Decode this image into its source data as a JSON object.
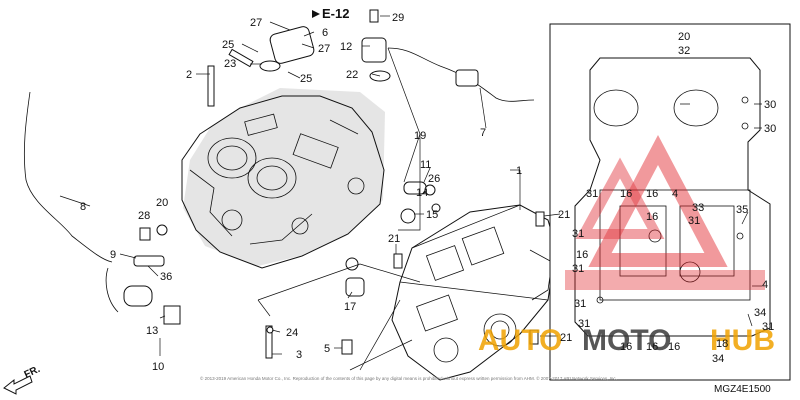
{
  "diagram": {
    "reference_code": "E-12",
    "drawing_code": "MGZ4E1500",
    "front_label": "FR.",
    "copyright": "© 2013-2019 American Honda Motor Co., Inc. Reproduction of the contents of this page by any digital means is prohibited without express written permission from AHM.  © 2007-2017 ARI Network Services, Inc."
  },
  "watermark": {
    "brand_part1": "AUTO",
    "brand_part2": "MOTO",
    "brand_part3": "HUB",
    "colors": {
      "orange": "#f0a200",
      "dark": "#3a3a3a",
      "red": "#e0242b"
    }
  },
  "callouts": {
    "n1": "1",
    "n2": "2",
    "n3": "3",
    "n4a": "4",
    "n4b": "4",
    "n5": "5",
    "n6": "6",
    "n7": "7",
    "n8": "8",
    "n9": "9",
    "n10": "10",
    "n11": "11",
    "n12": "12",
    "n13": "13",
    "n14": "14",
    "n15": "15",
    "n16a": "16",
    "n16b": "16",
    "n16c": "16",
    "n16d": "16",
    "n16e": "16",
    "n16f": "16",
    "n16g": "16",
    "n17": "17",
    "n18": "18",
    "n19": "19",
    "n20a": "20",
    "n20b": "20",
    "n21a": "21",
    "n21b": "21",
    "n21c": "21",
    "n22": "22",
    "n23": "23",
    "n24": "24",
    "n25a": "25",
    "n25b": "25",
    "n26": "26",
    "n27a": "27",
    "n27b": "27",
    "n28": "28",
    "n29": "29",
    "n30a": "30",
    "n30b": "30",
    "n31a": "31",
    "n31b": "31",
    "n31c": "31",
    "n31d": "31",
    "n31e": "31",
    "n31f": "31",
    "n31g": "31",
    "n32": "32",
    "n33": "33",
    "n34a": "34",
    "n34b": "34",
    "n35": "35",
    "n36": "36"
  }
}
